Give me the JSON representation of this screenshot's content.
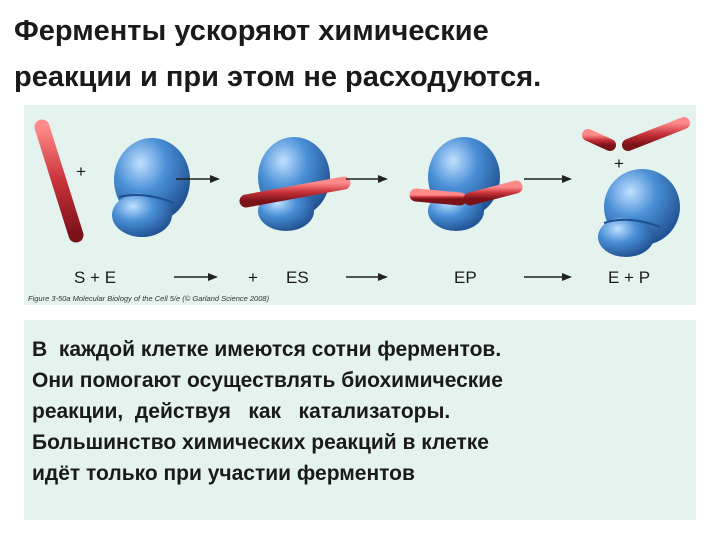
{
  "slide": {
    "title_line1": "Ферменты ускоряют химические",
    "title_line2": "реакции и при этом не расходуются."
  },
  "figure": {
    "labels": {
      "substrate_enzyme": "S  +  E",
      "complex_es": "ES",
      "complex_ep": "EP",
      "product_enzyme": "E + P",
      "plus": "+"
    },
    "caption": "Figure 3-50a Molecular Biology of the Cell 5/e (© Garland Science 2008)",
    "colors": {
      "enzyme": "#4a8fd6",
      "substrate": "#c8323a",
      "background": "#e4f3ee"
    }
  },
  "body": {
    "line1": "В  каждой клетке имеются сотни ферментов.",
    "line2": "Они помогают осуществлять биохимические",
    "line3": "реакции,  действуя   как   катализаторы.",
    "line4": "Большинство химических реакций в клетке",
    "line5": "идёт только при участии ферментов"
  }
}
